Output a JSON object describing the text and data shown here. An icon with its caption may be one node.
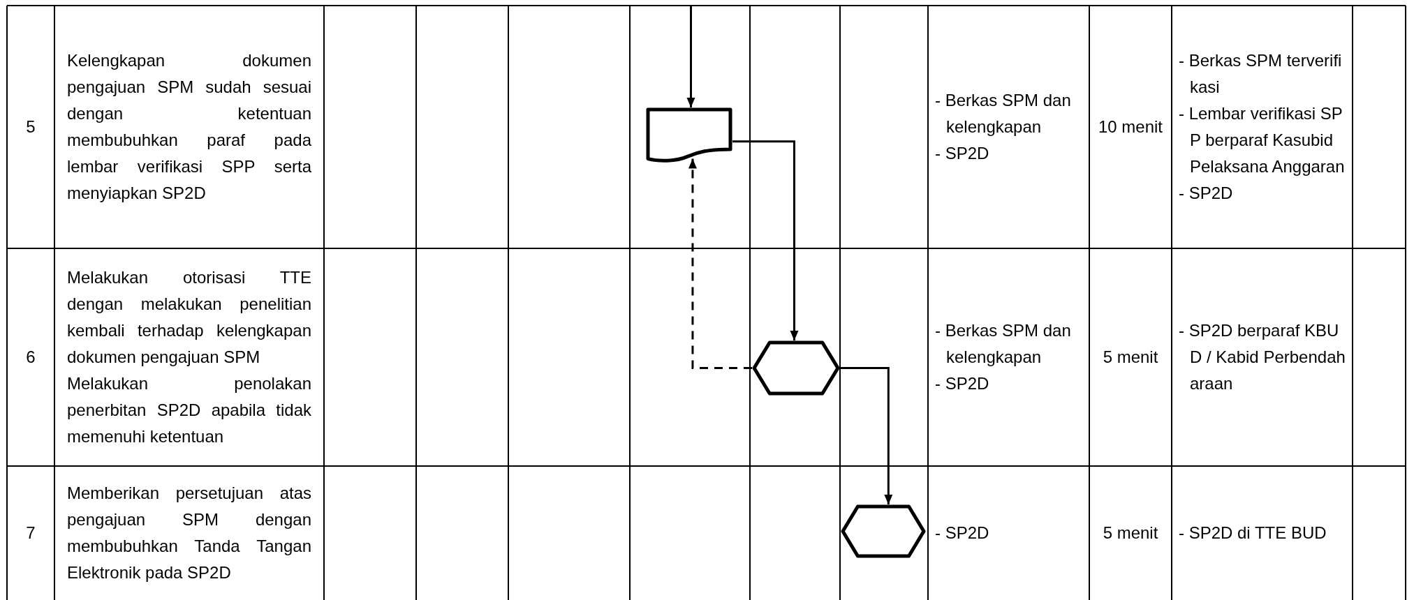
{
  "diagram": {
    "nodes": [
      {
        "text": [],
        "shape": "document"
      },
      {
        "text": [],
        "shape": "hexagon"
      },
      {
        "text": [],
        "shape": "hexagon"
      }
    ],
    "edges": [
      {
        "from": null,
        "to": 0,
        "arrow": "to"
      },
      {
        "from": 0,
        "to": 1,
        "arrow": "to"
      },
      {
        "from": 1,
        "to": 2,
        "arrow": "to"
      },
      {
        "from": 1,
        "to": 0,
        "arrow": "to",
        "style": "dashed"
      }
    ],
    "labels": [
      "5",
      "Kelengkapan dokumen pengajuan SPM sudah sesuai dengan ketentuan membubuhkan paraf pada lembar verifikasi SPP serta menyiapkan SP2D",
      "- Berkas SPM dan kelengkapan",
      "- SP2D",
      "10 menit",
      "- Berkas SPM terverifikasi",
      "- Lembar verifikasi SPP berparaf Kasubid Pelaksana Anggaran",
      "- SP2D",
      "6",
      "Melakukan otorisasi TTE dengan melakukan penelitian kembali terhadap kelengkapan dokumen pengajuan SPM",
      "Melakukan penolakan penerbitan SP2D apabila tidak memenuhi ketentuan",
      "- Berkas SPM dan kelengkapan",
      "- SP2D",
      "5 menit",
      "- SP2D berparaf KBUD / Kabid Perbendaharaan",
      "7",
      "Memberikan persetujuan atas pengajuan SPM dengan membubuhkan Tanda Tangan Elektronik pada SP2D",
      "- SP2D",
      "5 menit",
      "- SP2D di TTE BUD"
    ]
  }
}
